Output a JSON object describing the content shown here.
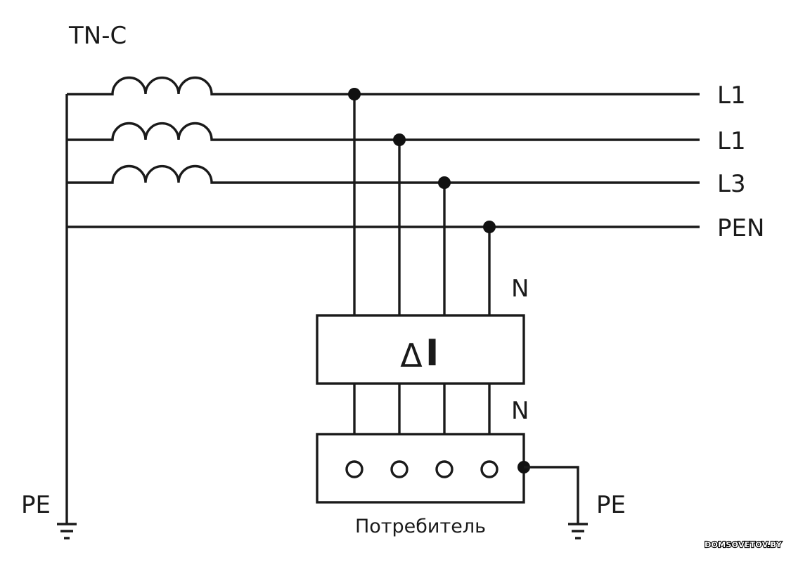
{
  "title": "TN-C",
  "lines": [
    {
      "label": "L1"
    },
    {
      "label": "L1"
    },
    {
      "label": "L3"
    },
    {
      "label": "PEN"
    }
  ],
  "rcd": {
    "symbol_delta": "Δ",
    "symbol_i": "I"
  },
  "n_labels": {
    "top": "N",
    "bottom": "N"
  },
  "pe_labels": {
    "left": "PE",
    "right": "PE"
  },
  "consumer_label": "Потребитель",
  "watermark": "DOMSOVETOV.BY"
}
